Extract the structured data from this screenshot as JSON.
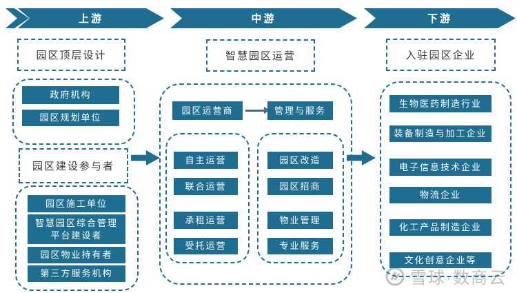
{
  "colors": {
    "teal": "#1d6e91",
    "label_text": "#3b3b3b",
    "button_text": "#ffffff",
    "watermark": "#bfbfbf",
    "flow_arrow": "#4a6b7c"
  },
  "header": {
    "stages": [
      {
        "label": "上游"
      },
      {
        "label": "中游"
      },
      {
        "label": "下游"
      }
    ]
  },
  "upstream": {
    "title": "园区顶层设计",
    "group1": {
      "items": [
        "政府机构",
        "园区规划单位"
      ]
    },
    "subtitle": "园区建设参与者",
    "group2": {
      "items": [
        "园区施工单位",
        "智慧园区综合管理平台建设者",
        "园区物业持有者",
        "第三方服务机构"
      ]
    }
  },
  "midstream": {
    "title": "智慧园区运营",
    "operator": "园区运营商",
    "management": "管理与服务",
    "operation_modes": [
      "自主运营",
      "联合运营",
      "承租运营",
      "受托运营"
    ],
    "services": [
      "园区改造",
      "园区招商",
      "物业管理",
      "专业服务"
    ]
  },
  "downstream": {
    "title": "入驻园区企业",
    "companies": [
      "生物医药制造行业",
      "装备制造与加工企业",
      "电子信息技术企业",
      "物流企业",
      "化工产品制造企业",
      "文化创意企业等"
    ]
  },
  "watermark": {
    "text": "雪球·数商云"
  }
}
